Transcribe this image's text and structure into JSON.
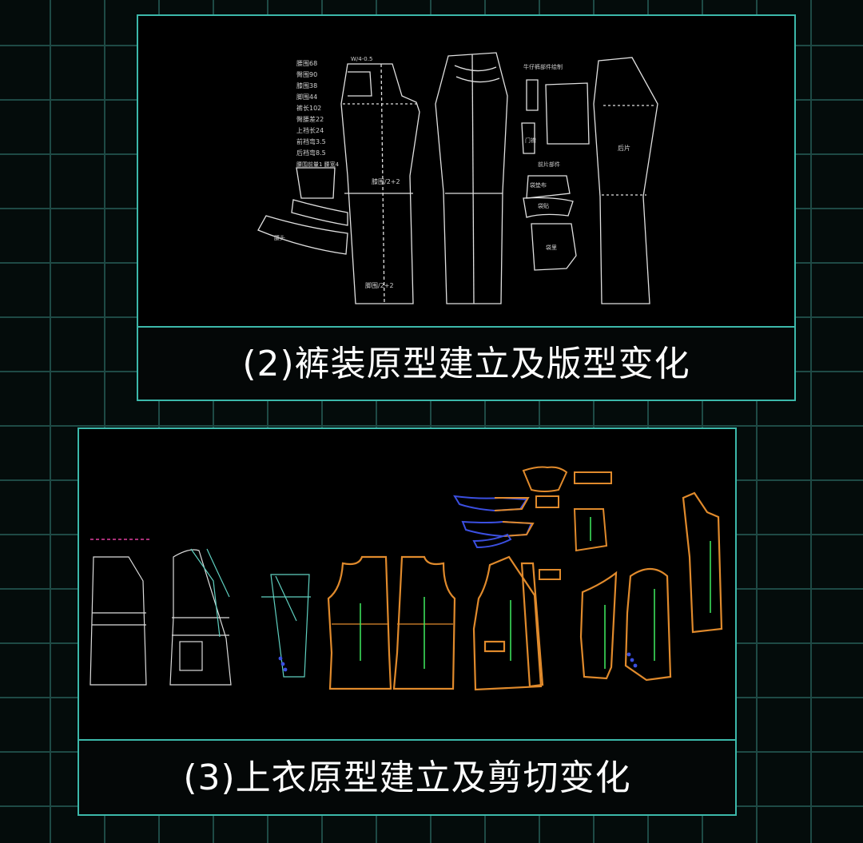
{
  "panels": [
    {
      "caption": "(2)裤装原型建立及版型变化",
      "spec_labels": [
        "腰围68",
        "臀围90",
        "膝围38",
        "脚围44",
        "裤长102",
        "臀腰差22",
        "上裆长24",
        "前裆弯3.5",
        "后裆弯8.5"
      ],
      "extra_labels": {
        "waist_band": "腰围前量1  腰宽4",
        "top_note": "W/4-0.5",
        "front_hip": "膝围/2+2",
        "front_hem": "脚围/2+2",
        "right_title": "牛仔裤部件绘制",
        "part_label": "前片部件",
        "pocket_a": "袋垫布",
        "pocket_b": "袋贴",
        "pocket_c": "袋里",
        "side_label": "门襟",
        "back_label": "后片",
        "waist_piece": "腰头"
      },
      "colors": {
        "line": "#e0e0e0",
        "accent": "#e8d84a",
        "border": "#3cb8aa"
      }
    },
    {
      "caption": "(3)上衣原型建立及剪切变化",
      "colors": {
        "outline": "#e08a2c",
        "grain": "#3de05a",
        "blue": "#3b4fe0",
        "draft": "#5fd0c0",
        "magenta": "#e040a0"
      }
    }
  ]
}
